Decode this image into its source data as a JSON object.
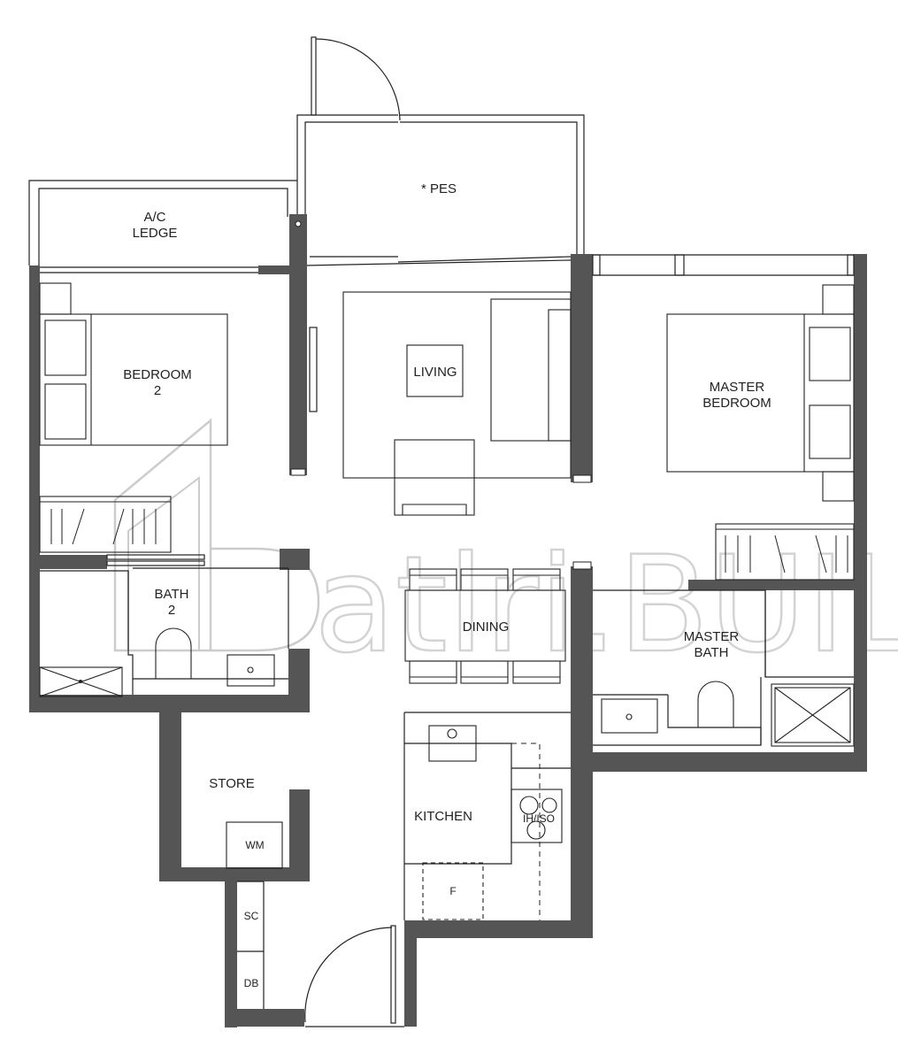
{
  "rooms": {
    "pes": "* PES",
    "ac_ledge_1": "A/C",
    "ac_ledge_2": "LEDGE",
    "bedroom2_1": "BEDROOM",
    "bedroom2_2": "2",
    "living": "LIVING",
    "master_bedroom_1": "MASTER",
    "master_bedroom_2": "BEDROOM",
    "bath2_1": "BATH",
    "bath2_2": "2",
    "dining": "DINING",
    "master_bath_1": "MASTER",
    "master_bath_2": "BATH",
    "store": "STORE",
    "kitchen": "KITCHEN",
    "wm": "WM",
    "sc": "SC",
    "db": "DB",
    "hob": "IH/ISO",
    "fridge": "F"
  },
  "watermark": "atlri.BUILD",
  "colors": {
    "wall": "#555555",
    "line": "#222222",
    "watermark": "#c9c9c9"
  }
}
